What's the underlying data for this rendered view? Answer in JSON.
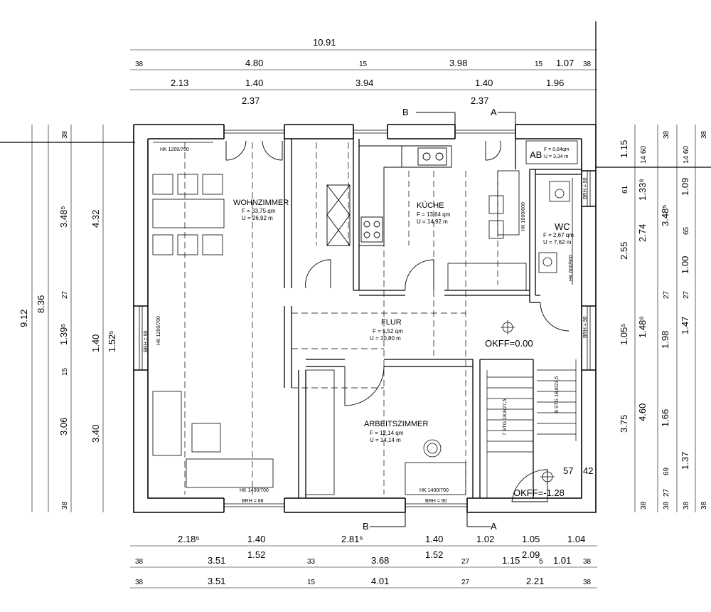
{
  "rooms": {
    "wohnzimmer": {
      "name": "WOHNZIMMER",
      "area": "F = 33,75 qm",
      "perimeter": "U = 26,92 m"
    },
    "kueche": {
      "name": "KÜCHE",
      "area": "F = 13,64 qm",
      "perimeter": "U = 14,92 m"
    },
    "flur": {
      "name": "FLUR",
      "area": "F = 5,52 qm",
      "perimeter": "U = 10,80 m"
    },
    "arbeitszimmer": {
      "name": "ARBEITSZIMMER",
      "area": "F = 12,14 qm",
      "perimeter": "U = 14,14 m"
    },
    "wc": {
      "name": "WC",
      "area": "F = 2,67 qm",
      "perimeter": "U = 7,62 m"
    },
    "ab": {
      "name": "AB",
      "area": "F = 0,64qm",
      "perimeter": "U = 3,34 m"
    }
  },
  "levels": {
    "okff_main": "OKFF=0.00",
    "okff_stair": "OKFF=-1.28"
  },
  "stairs": {
    "upper": "8 STG 18,8/23,5",
    "lower": "7 STG 18,8/27,5"
  },
  "labels": {
    "hk_wohn_top": "HK 1200/700",
    "hk_wohn_left": "HK 1200/700",
    "brh_wohn_left": "BRH = 90",
    "hk_wohn_bottom": "HK 1400/700",
    "brh_wohn_bottom": "BRH = 88",
    "hk_kueche": "HK 1000/600",
    "brh_wc": "BRH = 90",
    "hk_wc": "HK 600/900",
    "brh_right": "BRH = 90",
    "hk_arbeit": "HK 1400/700",
    "brh_arbeit": "BRH = 90",
    "num_57": "57",
    "num_42": "42"
  },
  "sections": {
    "b_top": "B",
    "a_top": "A",
    "b_bottom": "B",
    "a_bottom": "A"
  },
  "dims_top": {
    "overall": "10.91",
    "row2": [
      "38",
      "4.80",
      "15",
      "3.98",
      "15",
      "1.07",
      "38"
    ],
    "row3": [
      "2.13",
      "1.40",
      "3.94",
      "1.40",
      "1.96"
    ],
    "row4": [
      "2.37",
      "2.37"
    ]
  },
  "dims_bottom": {
    "row1": [
      "2.18⁵",
      "1.40",
      "2.81⁵",
      "1.40",
      "1.02",
      "1.05",
      "1.04"
    ],
    "row2": [
      "1.52",
      "1.52",
      "2.09"
    ],
    "row3": [
      "38",
      "3.51",
      "33",
      "3.68",
      "27",
      "1.15",
      "5",
      "1.01",
      "38"
    ],
    "row4": [
      "38",
      "3.51",
      "15",
      "4.01",
      "27",
      "2.21",
      "38"
    ]
  },
  "dims_left": {
    "col1": [
      "9.12"
    ],
    "col2": [
      "8.36"
    ],
    "col3": [
      "38",
      "3.48⁵",
      "27",
      "1.39⁵",
      "15",
      "3.06",
      "38"
    ],
    "col4": [
      "4.32",
      "1.40",
      "3.40"
    ],
    "col5": [
      "1.52⁵"
    ]
  },
  "dims_right": {
    "col1": [
      "1.15",
      "61",
      "2.55",
      "1.05⁵",
      "3.75"
    ],
    "col2": [
      "14 60",
      "1.33⁸",
      "2.74",
      "1.48⁸",
      "4.60",
      "38"
    ],
    "col3": [
      "38",
      "3.48⁵",
      "27",
      "1.98",
      "1.66",
      "69",
      "27",
      "38"
    ],
    "col4": [
      "14 60",
      "1.09",
      "65",
      "1.00",
      "27",
      "1.47",
      "1.37",
      "38"
    ],
    "col5": [
      "38",
      "38"
    ]
  }
}
